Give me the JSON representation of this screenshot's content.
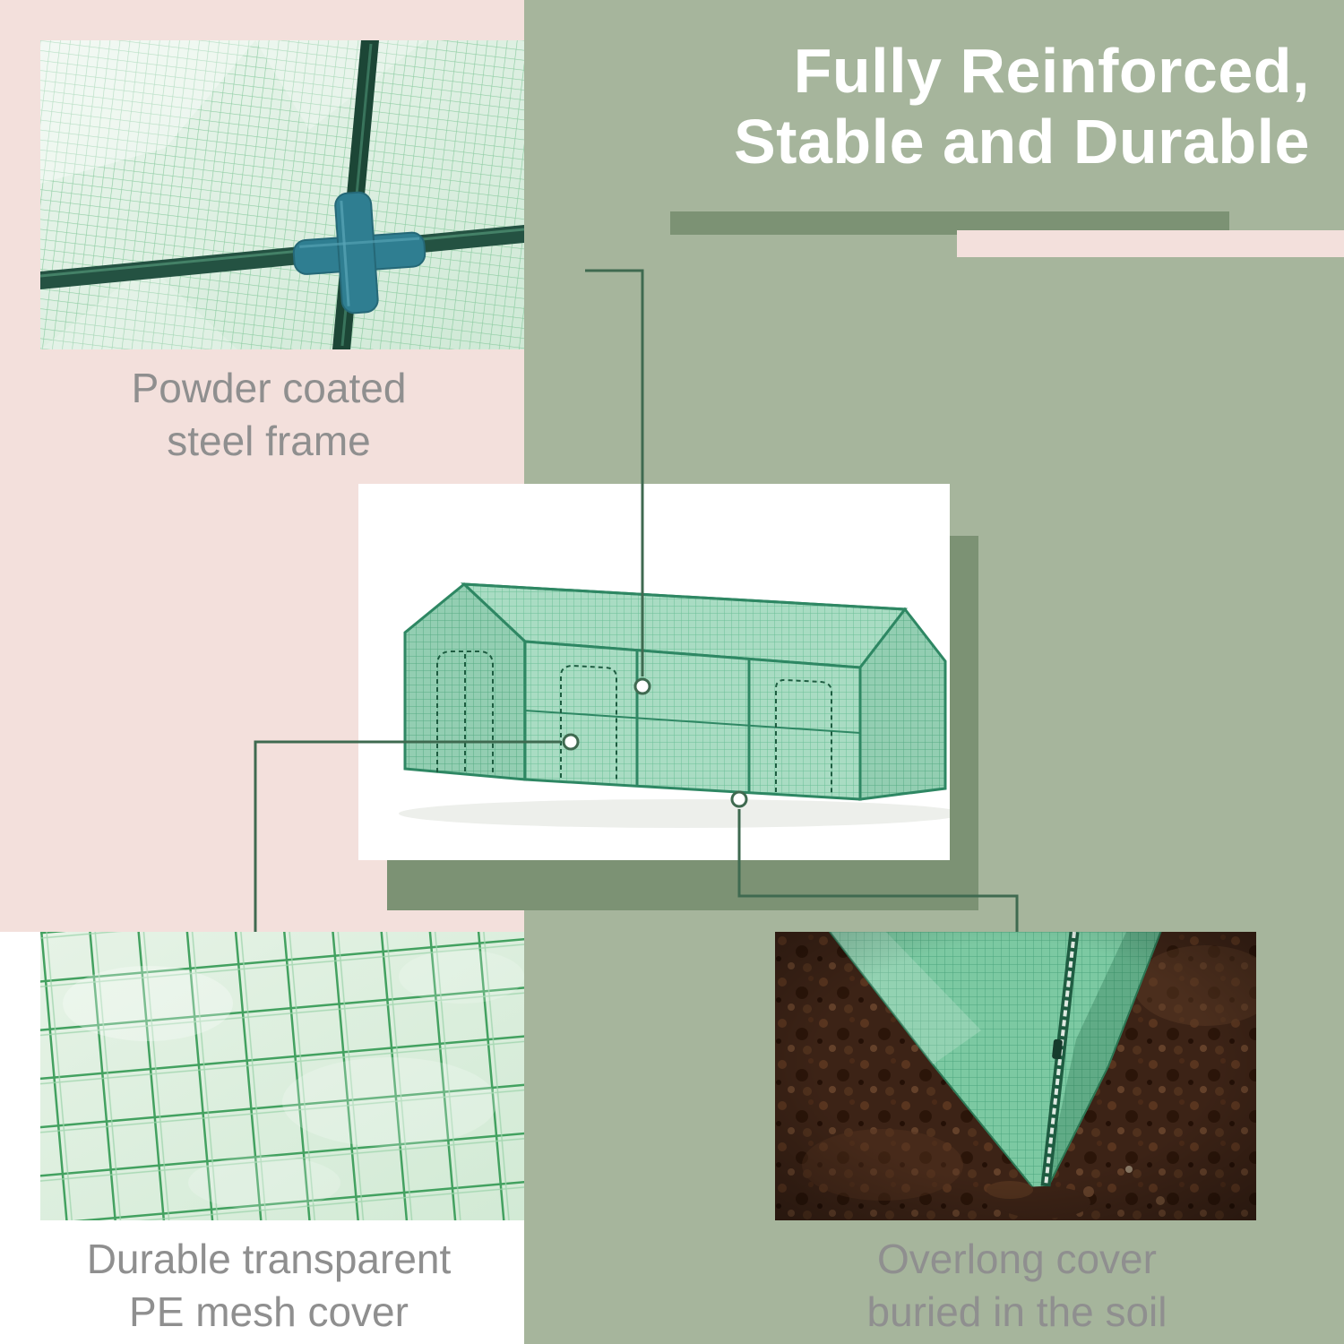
{
  "title": {
    "line1": "Fully Reinforced,",
    "line2": "Stable and Durable"
  },
  "features": {
    "steel_frame": {
      "caption_line1": "Powder coated",
      "caption_line2": "steel frame"
    },
    "mesh_cover": {
      "caption_line1": "Durable transparent",
      "caption_line2": "PE mesh cover"
    },
    "buried_cover": {
      "caption_line1": "Overlong cover",
      "caption_line2": "buried in the soil"
    }
  },
  "colors": {
    "background_green": "#a6b59c",
    "background_pink": "#f3e0dc",
    "accent_dark_green": "#7c9274",
    "connector_green": "#3f6a50",
    "caption_gray": "#8f8f8f",
    "heading_white": "#ffffff",
    "greenhouse_green": "#8ecbaf"
  }
}
